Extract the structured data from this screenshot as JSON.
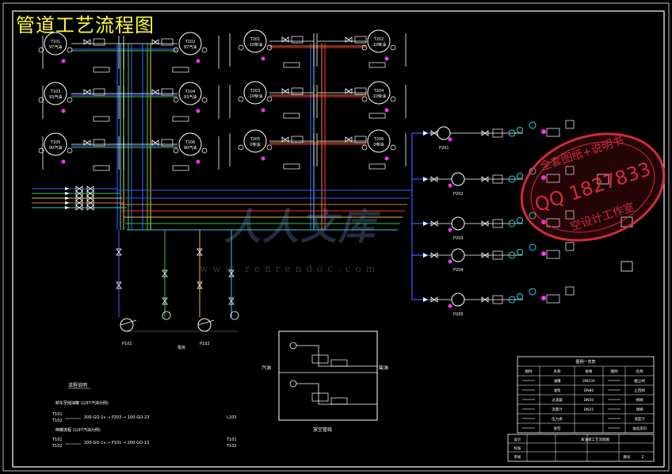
{
  "title": "管道工艺流程图",
  "tanks": [
    {
      "id": "T101",
      "spec": "97汽油"
    },
    {
      "id": "T102",
      "spec": "97汽油"
    },
    {
      "id": "T103",
      "spec": "93汽油"
    },
    {
      "id": "T104",
      "spec": "93汽油"
    },
    {
      "id": "T105",
      "spec": "90汽油"
    },
    {
      "id": "T106",
      "spec": "90汽油"
    },
    {
      "id": "T201",
      "spec": "-10柴油"
    },
    {
      "id": "T202",
      "spec": "-10柴油"
    },
    {
      "id": "T203",
      "spec": "-10柴油"
    },
    {
      "id": "T204",
      "spec": "-10柴油"
    },
    {
      "id": "T205",
      "spec": "0柴油"
    },
    {
      "id": "T206",
      "spec": "0柴油"
    }
  ],
  "pumps_left": [
    "P101",
    "P102"
  ],
  "pumps_left_label": "泵房",
  "pumps_right": [
    "P201",
    "P202",
    "P203",
    "P204",
    "P205"
  ],
  "notes": {
    "heading": "流程说明",
    "flow1_label": "卸车至储油罐 (以97汽油为例)",
    "flow1_from": "T101",
    "flow1_from2": "T102",
    "flow1_pipes": [
      "200-GO-1v",
      "P203",
      "100-GO-23"
    ],
    "flow1_to": "L103",
    "flow2_label": "倒罐流程 (以97汽油为例)",
    "flow2_from": "T101",
    "flow2_from2": "T102",
    "flow2_pipes": [
      "200-GO-1v",
      "P101",
      "200-GO-13"
    ],
    "flow2_to": "T101",
    "flow2_to2": "T102"
  },
  "detail_caption": "放空管线",
  "detail_side_labels": [
    "汽油",
    "柴油"
  ],
  "legend": {
    "title": "图例一览表",
    "headers": [
      "图例",
      "名称",
      "规格",
      "图例",
      "名称"
    ],
    "rows": [
      [
        "",
        "油罐",
        "DN100",
        "",
        "截止阀"
      ],
      [
        "",
        "油泵",
        "DN80",
        "",
        "止回阀"
      ],
      [
        "",
        "过滤器",
        "DN50",
        "",
        "闸阀"
      ],
      [
        "",
        "流量计",
        "DN25",
        "",
        "球阀"
      ],
      [
        "",
        "压力表",
        "",
        "",
        "温度计"
      ],
      [
        "",
        "放空",
        "",
        "",
        "油品流向"
      ]
    ]
  },
  "title_block": {
    "drawing_name": "某油库工艺流程图",
    "rows": [
      "设计",
      "校核",
      "审核"
    ],
    "sheet_label": "图号",
    "sheet_no": "2"
  },
  "watermark": {
    "text": "人人文库",
    "url": "www.renrendoc.com"
  },
  "stamp": {
    "line1": "全套图纸+说明书",
    "line2": "QQ 1827833",
    "line3": "空设计工作室"
  },
  "colors": {
    "background": "#000000",
    "frame": "#ffffff",
    "title": "#ffff3a",
    "pipe_blue": "#3a5cff",
    "pipe_green": "#3cc24a",
    "pipe_yellow": "#e8c040",
    "pipe_orange": "#e07a30",
    "pipe_red": "#ff3030",
    "pipe_cyan": "#30d0e0",
    "accent_magenta": "#ff30ff",
    "stamp_red": "#e83040"
  }
}
